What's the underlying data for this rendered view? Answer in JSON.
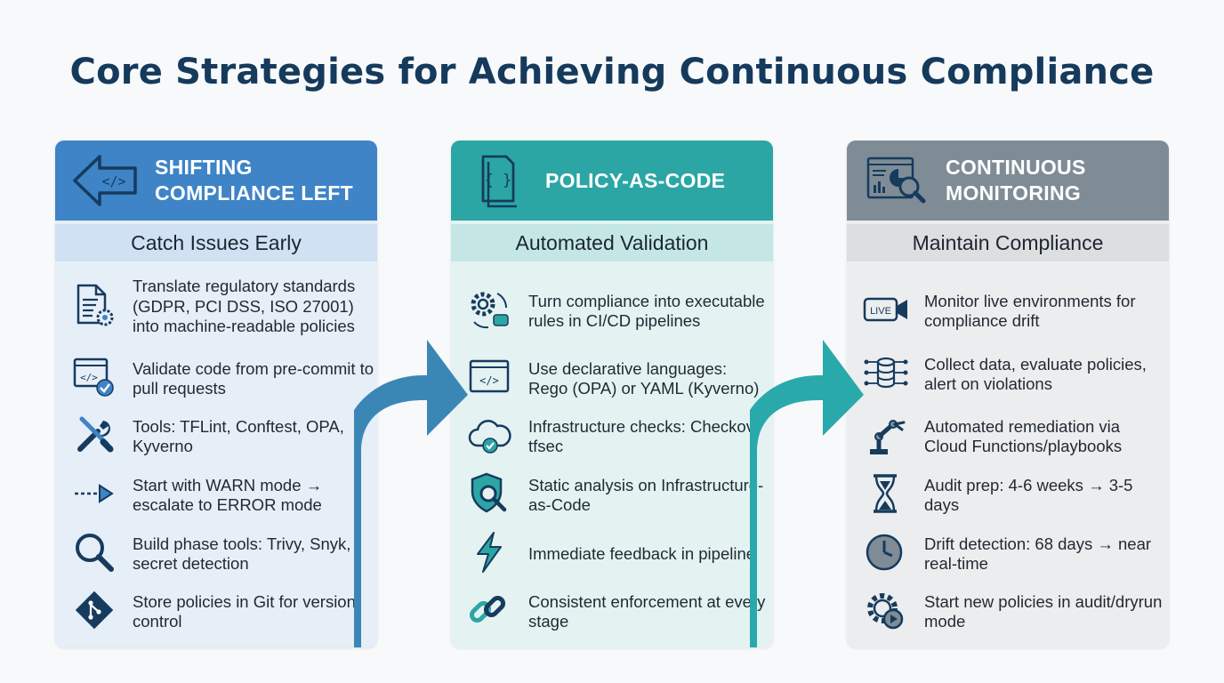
{
  "title": "Core Strategies for Achieving Continuous Compliance",
  "colors": {
    "title": "#153a5c",
    "col1_header": "#3e84c6",
    "col2_header": "#2ba6a5",
    "col3_header": "#7f8c96",
    "col1_arrow": "#3a87b6",
    "col2_arrow": "#2aa9aa"
  },
  "columns": [
    {
      "header_line1": "SHIFTING",
      "header_line2": "COMPLIANCE LEFT",
      "header_icon": "left-arrow-code-icon",
      "subtitle": "Catch Issues Early",
      "items": [
        {
          "icon": "document-gear-icon",
          "text": "Translate regulatory standards (GDPR, PCI DSS, ISO 27001) into machine-readable policies"
        },
        {
          "icon": "code-window-check-icon",
          "text": "Validate code from pre-commit to pull requests"
        },
        {
          "icon": "wrench-screwdriver-icon",
          "text": "Tools: TFLint, Conftest, OPA, Kyverno"
        },
        {
          "icon": "dashed-arrow-icon",
          "text": "Start with WARN mode → escalate to ERROR mode"
        },
        {
          "icon": "magnifier-icon",
          "text": "Build phase tools: Trivy, Snyk, secret detection"
        },
        {
          "icon": "git-icon",
          "text": "Store policies in Git for version control"
        }
      ]
    },
    {
      "header_line1": "POLICY-AS-CODE",
      "header_line2": "",
      "header_icon": "code-document-icon",
      "subtitle": "Automated Validation",
      "items": [
        {
          "icon": "gear-cycle-icon",
          "text": "Turn compliance into executable rules in CI/CD pipelines"
        },
        {
          "icon": "code-window-icon",
          "text": "Use declarative languages: Rego (OPA) or YAML (Kyverno)"
        },
        {
          "icon": "cloud-check-icon",
          "text": "Infrastructure checks: Checkov, tfsec"
        },
        {
          "icon": "shield-magnifier-icon",
          "text": "Static analysis on Infrastructure-as-Code"
        },
        {
          "icon": "lightning-icon",
          "text": "Immediate feedback in pipeline"
        },
        {
          "icon": "chain-link-icon",
          "text": "Consistent enforcement at every stage"
        }
      ]
    },
    {
      "header_line1": "CONTINUOUS",
      "header_line2": "MONITORING",
      "header_icon": "dashboard-magnifier-icon",
      "subtitle": "Maintain Compliance",
      "items": [
        {
          "icon": "live-camera-icon",
          "icon_label": "LIVE",
          "text": "Monitor live environments for compliance drift"
        },
        {
          "icon": "database-network-icon",
          "text": "Collect data, evaluate policies, alert on violations"
        },
        {
          "icon": "robot-arm-icon",
          "text": "Automated remediation via Cloud Functions/playbooks"
        },
        {
          "icon": "hourglass-icon",
          "text": "Audit prep: 4-6 weeks → 3-5 days"
        },
        {
          "icon": "clock-icon",
          "text": "Drift detection: 68 days → near real-time"
        },
        {
          "icon": "gear-play-icon",
          "text": "Start new policies in audit/dryrun mode"
        }
      ]
    }
  ]
}
